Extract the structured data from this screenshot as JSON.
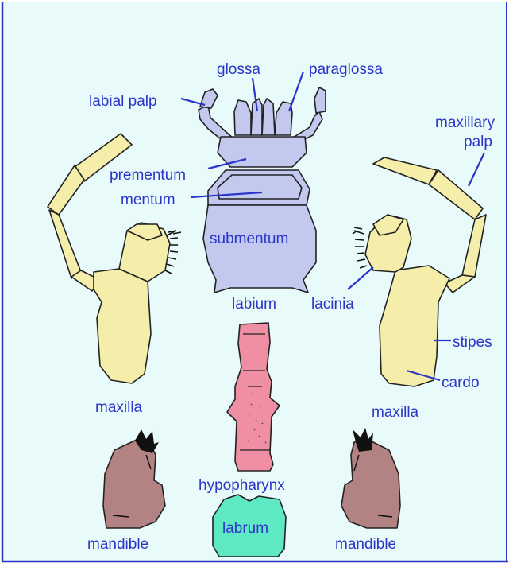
{
  "diagram": {
    "colors": {
      "background": "#e9fafa",
      "frame": "#2b35c8",
      "label": "#2b35c8",
      "labium": "#c2c8ee",
      "maxilla": "#f5eeaa",
      "hypopharynx": "#f08fa4",
      "labrum": "#5fe8c4",
      "mandible": "#b38282",
      "outline": "#222222"
    },
    "labels": {
      "glossa": "glossa",
      "paraglossa": "paraglossa",
      "labial_palp": "labial palp",
      "maxillary_palp_1": "maxillary",
      "maxillary_palp_2": "palp",
      "prementum": "prementum",
      "mentum": "mentum",
      "submentum": "submentum",
      "labium": "labium",
      "lacinia": "lacinia",
      "stipes": "stipes",
      "cardo": "cardo",
      "maxilla_left": "maxilla",
      "maxilla_right": "maxilla",
      "hypopharynx": "hypopharynx",
      "labrum": "labrum",
      "mandible_left": "mandible",
      "mandible_right": "mandible"
    }
  }
}
